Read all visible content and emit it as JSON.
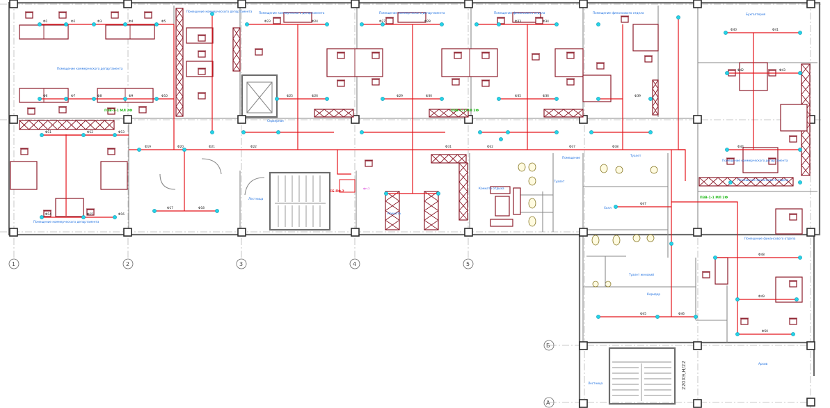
{
  "axes_numeric": [
    "1",
    "2",
    "3",
    "4",
    "5"
  ],
  "axes_letter": [
    "Б",
    "А"
  ],
  "side_note": "220ХЭ,Н/22",
  "green_labels": {
    "left": "ПЗВ-1-1 МЛ 2Ф",
    "middle": "ПЗВ-1-1 МЛ 2Ф",
    "right": "ПЗВ-1-1 МЛ 2Ф"
  },
  "red_box": "СБ-ПО-2",
  "magenta_note": "фн-2",
  "rooms": {
    "r1": "Помещение коммерческого департамента",
    "r2": "Помещение коммерческого департамента",
    "r3": "Помещение коммерческого департамента",
    "r4": "Помещение коммерческого департамента",
    "r5": "Помещение финансового отдела",
    "r6": "Помещение финансового отдела",
    "r7": "Бухгалтерия",
    "r8": "Помещение коммерческого департамента",
    "r9": "Помещение коммерческого департамента",
    "r10": "Помещение финансового отдела",
    "r11": "Помещение финансового отдела",
    "r12": "Комната отдыха",
    "r13": "Туалет",
    "r14": "Туалет",
    "r15": "Туалет женский",
    "r16": "Лестница",
    "r17": "Лестница",
    "r18": "Серверная",
    "r19": "Холл",
    "r20": "Коридор",
    "r21": "Помещение",
    "r22": "Архив",
    "r23": "Комната"
  },
  "net_marks": [
    "Ф1",
    "Ф2",
    "Ф3",
    "Ф4",
    "Ф5",
    "Ф6",
    "Ф7",
    "Ф8",
    "Ф9",
    "Ф10",
    "Ф11",
    "Ф12",
    "Ф13",
    "Ф14",
    "Ф15",
    "Ф16",
    "Ф17",
    "Ф18",
    "Ф19",
    "Ф20",
    "Ф21",
    "Ф22",
    "Ф23",
    "Ф24",
    "Ф25",
    "Ф26",
    "Ф27",
    "Ф28",
    "Ф29",
    "Ф30",
    "Ф31",
    "Ф32",
    "Ф33",
    "Ф34",
    "Ф35",
    "Ф36",
    "Ф37",
    "Ф38",
    "Ф39",
    "Ф40",
    "Ф41",
    "Ф42",
    "Ф43",
    "Ф44",
    "Ф45",
    "Ф46",
    "Ф47",
    "Ф48",
    "Ф49",
    "Ф50"
  ]
}
